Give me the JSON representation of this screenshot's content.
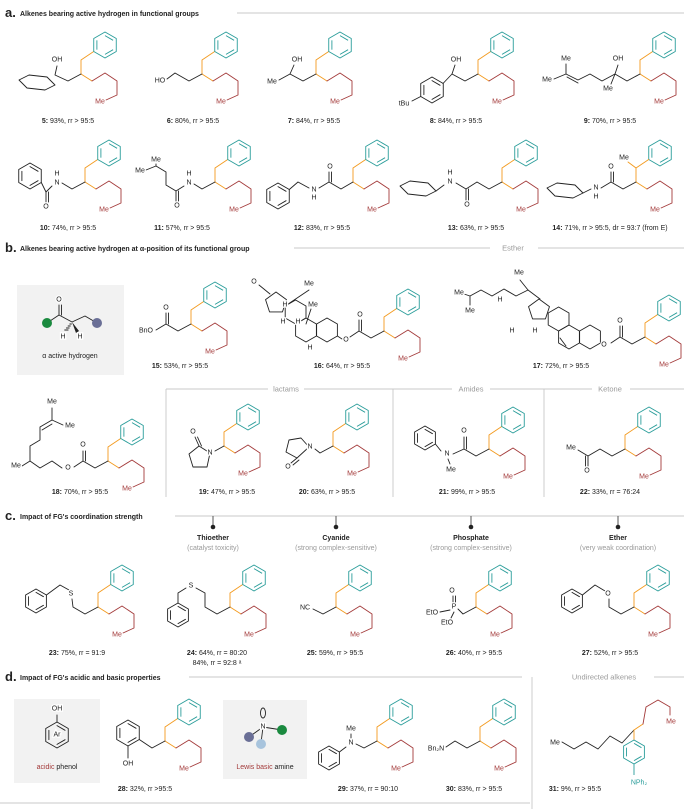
{
  "sections": {
    "a": {
      "letter": "a.",
      "title": "Alkenes bearing active hydrogen in functional groups"
    },
    "b": {
      "letter": "b.",
      "title": "Alkenes bearing active hydrogen at α-position of its functional group"
    },
    "c": {
      "letter": "c.",
      "title": "Impact of FG's coordination strength"
    },
    "d": {
      "letter": "d.",
      "title": "Impact of FG's acidic and basic properties"
    }
  },
  "group_headers": {
    "esther": "Esther",
    "lactams": "lactams",
    "amides": "Amides",
    "ketone": "Ketone",
    "undirected": "Undirected alkenes"
  },
  "motif": {
    "chain_end": "Me"
  },
  "alpha_box": {
    "atoms": [
      "O",
      "H",
      "H"
    ],
    "label": "α active hydrogen"
  },
  "phenol_box": {
    "atoms": [
      "OH",
      "Ar"
    ],
    "label_accent": "acidic",
    "label_rest": " phenol"
  },
  "amine_box": {
    "atoms": [
      "N"
    ],
    "label_accent": "Lewis basic",
    "label_rest": " amine"
  },
  "coordination": [
    {
      "title": "Thioether",
      "note": "(catalyst toxicity)"
    },
    {
      "title": "Cyanide",
      "note": "(strong complex-sensitive)"
    },
    {
      "title": "Phosphate",
      "note": "(strong complex-sensitive)"
    },
    {
      "title": "Ether",
      "note": "(very weak coordination)"
    }
  ],
  "compounds": [
    {
      "id": "5:",
      "result": " 93%, rr > 95:5",
      "atoms": [
        "OH"
      ]
    },
    {
      "id": "6:",
      "result": " 80%, rr > 95:5",
      "atoms": [
        "HO"
      ]
    },
    {
      "id": "7:",
      "result": "  84%, rr > 95:5",
      "atoms": [
        "OH",
        "Me"
      ]
    },
    {
      "id": "8:",
      "result": "  84%, rr > 95:5",
      "atoms": [
        "OH",
        "tBu"
      ]
    },
    {
      "id": "9:",
      "result": " 70%, rr > 95:5",
      "atoms": [
        "OH",
        "Me",
        "Me",
        "Me"
      ]
    },
    {
      "id": "10:",
      "result": " 74%, rr > 95:5",
      "atoms": [
        "N",
        "H",
        "O"
      ]
    },
    {
      "id": "11:",
      "result": " 57%, rr > 95:5",
      "atoms": [
        "N",
        "H",
        "O",
        "Me",
        "Me"
      ]
    },
    {
      "id": "12:",
      "result": " 83%, rr > 95:5",
      "atoms": [
        "O",
        "N",
        "H"
      ]
    },
    {
      "id": "13:",
      "result": " 63%, rr > 95:5",
      "atoms": [
        "N",
        "H",
        "O"
      ]
    },
    {
      "id": "14:",
      "result": " 71%, rr > 95:5, dr = 93:7 (from E)",
      "atoms": [
        "Me",
        "O",
        "N",
        "H"
      ]
    },
    {
      "id": "15:",
      "result": " 53%, rr > 95:5",
      "atoms": [
        "O",
        "BnO"
      ]
    },
    {
      "id": "16:",
      "result": " 64%, rr > 95:5",
      "atoms": [
        "O",
        "O",
        "O",
        "Me",
        "Me",
        "H",
        "H",
        "H",
        "H"
      ]
    },
    {
      "id": "17:",
      "result": " 72%, rr > 95:5",
      "atoms": [
        "O",
        "O",
        "Me",
        "Me",
        "Me",
        "H",
        "H",
        "H"
      ]
    },
    {
      "id": "18:",
      "result": " 70%, rr > 95:5",
      "atoms": [
        "O",
        "O",
        "Me",
        "Me",
        "Me"
      ]
    },
    {
      "id": "19:",
      "result": " 47%, rr > 95:5",
      "atoms": [
        "O",
        "N"
      ]
    },
    {
      "id": "20:",
      "result": " 63%, rr > 95:5",
      "atoms": [
        "N",
        "O"
      ]
    },
    {
      "id": "21:",
      "result": " 99%, rr > 95:5",
      "atoms": [
        "O",
        "N",
        "Me"
      ]
    },
    {
      "id": "22:",
      "result": " 33%, rr = 76:24",
      "atoms": [
        "Me",
        "O"
      ]
    },
    {
      "id": "23:",
      "result": " 75%, rr  = 91:9",
      "atoms": [
        "S"
      ]
    },
    {
      "id": "24:",
      "result": " 64%, rr  = 80:20",
      "result2": "84%, rr = 92:8 ᵃ",
      "atoms": [
        "S"
      ]
    },
    {
      "id": "25:",
      "result": " 59%, rr > 95:5",
      "atoms": [
        "NC"
      ]
    },
    {
      "id": "26:",
      "result": " 40%, rr > 95:5",
      "atoms": [
        "P",
        "O",
        "EtO",
        "EtO"
      ]
    },
    {
      "id": "27:",
      "result": " 52%, rr > 95:5",
      "atoms": [
        "O"
      ]
    },
    {
      "id": "28:",
      "result": " 32%, rr >95:5",
      "atoms": [
        "OH"
      ]
    },
    {
      "id": "29:",
      "result": " 37%, rr = 90:10",
      "atoms": [
        "N",
        "Me"
      ]
    },
    {
      "id": "30:",
      "result": " 83%, rr > 95:5",
      "atoms": [
        "Bn₂N"
      ]
    },
    {
      "id": "31:",
      "result": " 9%, rr > 95:5",
      "atoms": [
        "Me",
        "NPh₂"
      ]
    }
  ],
  "colors": {
    "aryl": "#2a9d9a",
    "new_bond": "#f39a1e",
    "alkyl_chain": "#a33a3a",
    "alpha_green": "#1a8a3f",
    "alpha_purple": "#6a6f96",
    "amine_lightblue": "#a8c4dd",
    "box_bg": "#f2f2f2",
    "header_gray": "#9a9a9a"
  }
}
